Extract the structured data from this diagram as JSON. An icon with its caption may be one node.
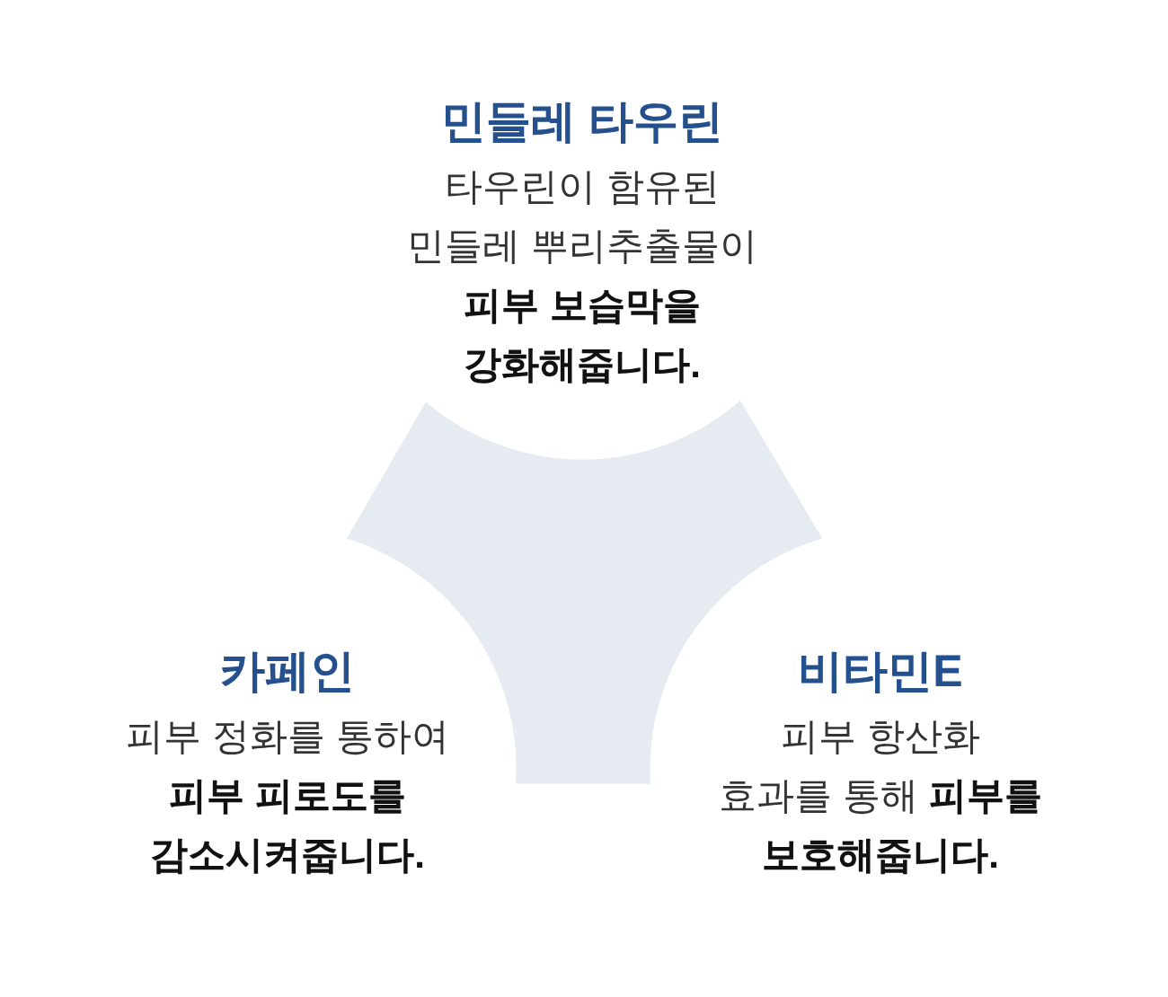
{
  "diagram": {
    "nodes": [
      {
        "text": [
          "민들레 타우린",
          "타우린이 함유된 민들레 뿌리추출물이 **피부 보습막을 강화해줍니다.**"
        ]
      },
      {
        "text": [],
        "shape": "triangle"
      },
      {
        "text": [
          "카페인",
          "피부 정화를 통하여 **피부 피로도를 감소시켜줍니다.**"
        ]
      },
      {
        "text": [
          "비타민E",
          "피부 항산화 효과를 통해 **피부를 보호해줍니다.**"
        ]
      }
    ]
  }
}
